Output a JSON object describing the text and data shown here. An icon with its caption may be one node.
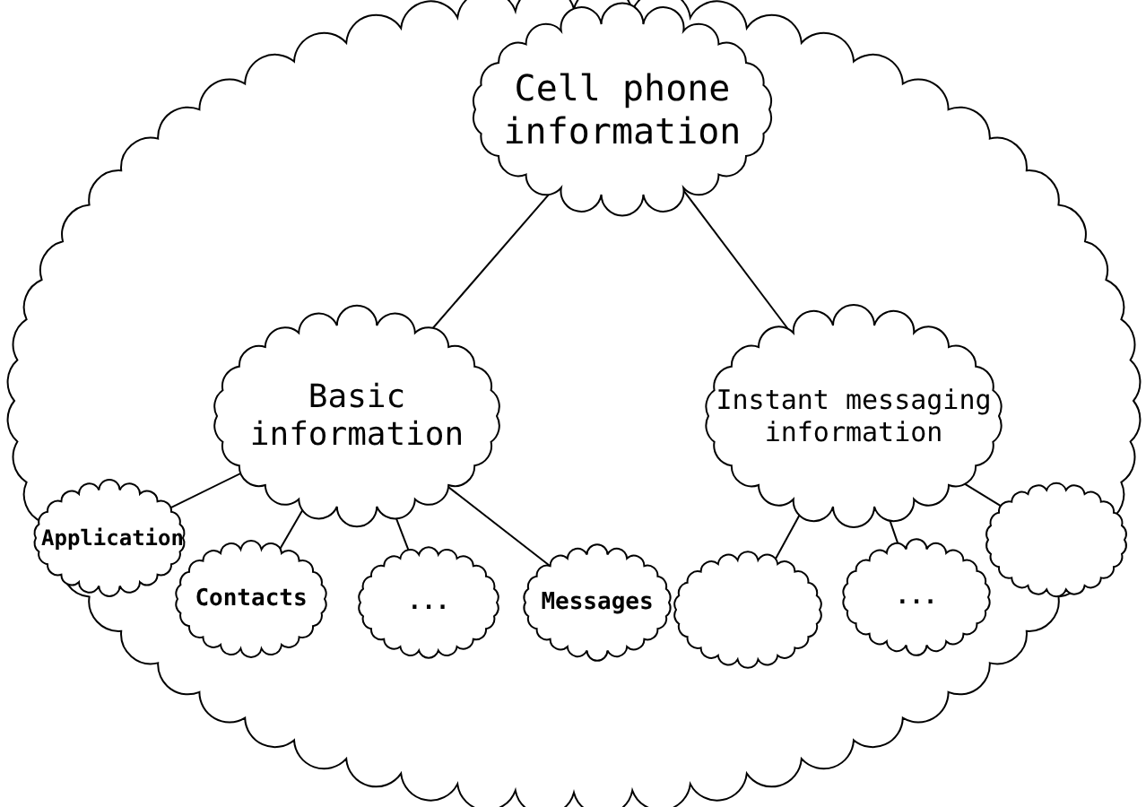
{
  "diagram": {
    "nodes": [
      {
        "text": [],
        "shape": "cloud"
      },
      {
        "text": [
          "Cell phone information"
        ],
        "in": 0
      },
      {
        "text": [
          "Basic information"
        ],
        "in": 0
      },
      {
        "text": [
          "Instant messaging information"
        ],
        "in": 0
      },
      {
        "text": [
          "Application"
        ],
        "in": 0
      },
      {
        "text": [
          "Contacts"
        ],
        "in": 0
      },
      {
        "text": [
          "..."
        ],
        "in": 0
      },
      {
        "text": [
          "Messages"
        ],
        "in": 0
      },
      {
        "text": [],
        "shape": "cloud",
        "in": 0
      },
      {
        "text": [
          "..."
        ],
        "in": 0
      },
      {
        "text": [],
        "shape": "cloud",
        "in": 0
      }
    ],
    "edges": [
      {
        "from": 1,
        "to": 2,
        "arrow": "none"
      },
      {
        "from": 1,
        "to": 3,
        "arrow": "none"
      },
      {
        "from": 2,
        "to": 4,
        "arrow": "none"
      },
      {
        "from": 2,
        "to": 5,
        "arrow": "none"
      },
      {
        "from": 2,
        "to": 6,
        "arrow": "none"
      },
      {
        "from": 2,
        "to": 7,
        "arrow": "none"
      },
      {
        "from": 3,
        "to": 8,
        "arrow": "none"
      },
      {
        "from": 3,
        "to": 9,
        "arrow": "none"
      },
      {
        "from": 3,
        "to": 10,
        "arrow": "none"
      }
    ]
  }
}
